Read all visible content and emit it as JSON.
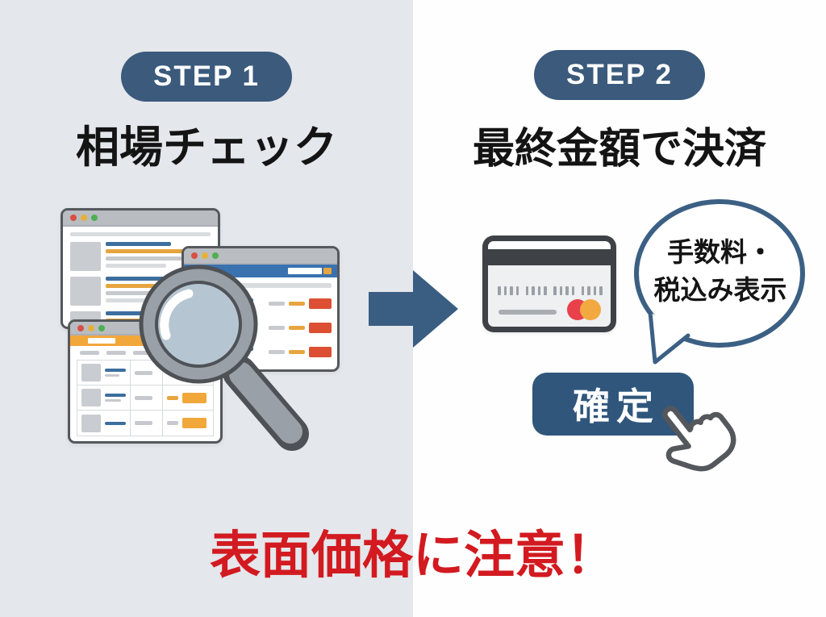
{
  "colors": {
    "bg_left": "#e4e7eb",
    "bg_right": "#fefefe",
    "accent_blue": "#3b5a7c",
    "arrow_blue": "#3a5e82",
    "bubble_border": "#3c6084",
    "confirm_button_bg": "#30567c",
    "warning_red": "#d21a20",
    "orange_accent": "#f2a73b",
    "red_accent": "#dd4f33"
  },
  "steps": [
    {
      "badge": "STEP 1",
      "title": "相場チェック"
    },
    {
      "badge": "STEP 2",
      "title": "最終金額で決済"
    }
  ],
  "speech_bubble": {
    "line1": "手数料・",
    "line2": "税込み表示"
  },
  "confirm_button": {
    "label": "確定"
  },
  "warning": {
    "text": "表面価格に注意！"
  },
  "icons": {
    "browser_windows": "browser-window-icon",
    "magnifier": "magnifier-icon",
    "arrow": "arrow-right-icon",
    "credit_card": "credit-card-icon",
    "hand_cursor": "hand-cursor-icon"
  }
}
